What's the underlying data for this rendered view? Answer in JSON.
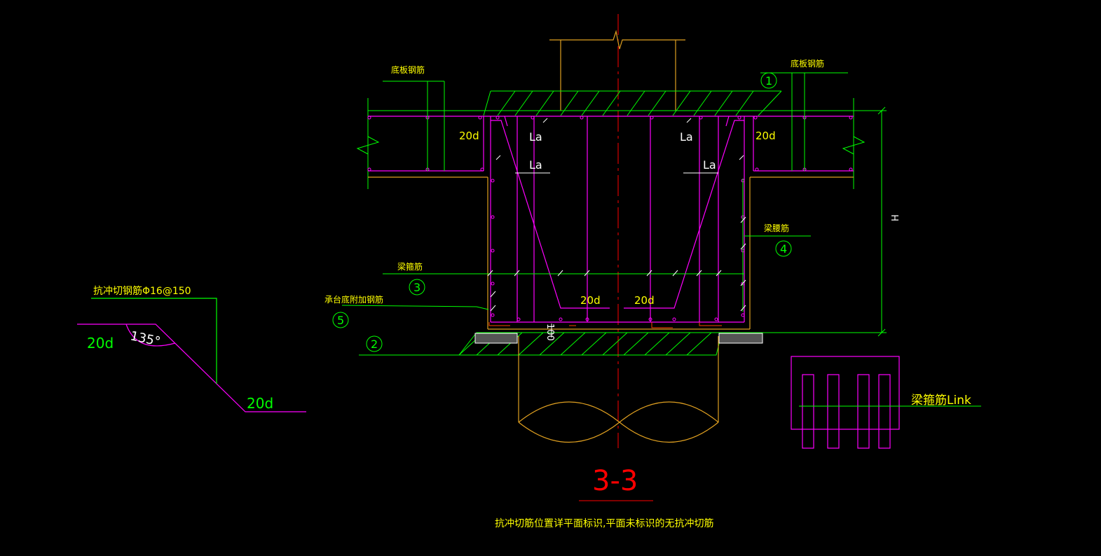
{
  "drawing": {
    "section_title": "3-3",
    "note": "抗冲切筋位置详平面标识,平面未标识的无抗冲切筋",
    "labels": {
      "top_left_rebar": "底板钢筋",
      "top_right_rebar": "底板钢筋",
      "anchor": "La",
      "bend_length": "20d",
      "waist_rebar": "梁腰筋",
      "stirrup": "梁箍筋",
      "cap_bottom_extra": "承台底附加钢筋",
      "height": "H",
      "cover": "100",
      "link": "梁箍筋Link",
      "shear_rebar": "抗冲切钢筋Φ16@150",
      "hook_angle": "135°"
    },
    "markers": [
      "1",
      "2",
      "3",
      "4",
      "5"
    ]
  },
  "colors": {
    "background": "#000000",
    "green": "#00ff00",
    "magenta": "#ff00ff",
    "yellow": "#ffff00",
    "white": "#ffffff",
    "red": "#ff0000",
    "orange": "#e0a020"
  }
}
